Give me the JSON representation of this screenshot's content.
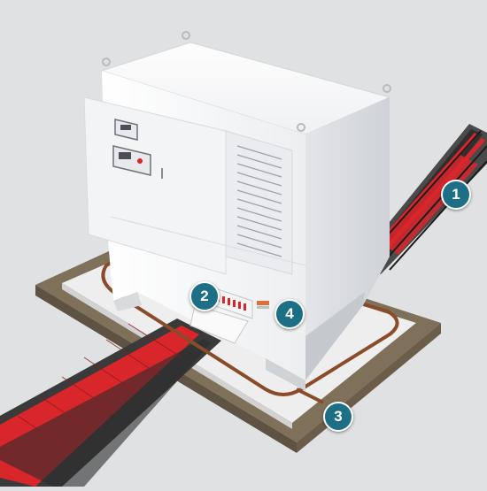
{
  "colors": {
    "background": "#dfe1e3",
    "marker": "#1d6f86",
    "conveyor_red": "#d9262b",
    "conveyor_dark": "#3a3a3a",
    "pad_concrete": "#ebebeb",
    "pad_soil": "#8a7a62",
    "cabinet": "#f7f8f9",
    "loop_copper": "#8a4b2a"
  },
  "markers": [
    {
      "label": "1",
      "target": "rail-conveyor"
    },
    {
      "label": "2",
      "target": "terminal-block"
    },
    {
      "label": "3",
      "target": "induction-loop"
    },
    {
      "label": "4",
      "target": "warning-label"
    }
  ]
}
